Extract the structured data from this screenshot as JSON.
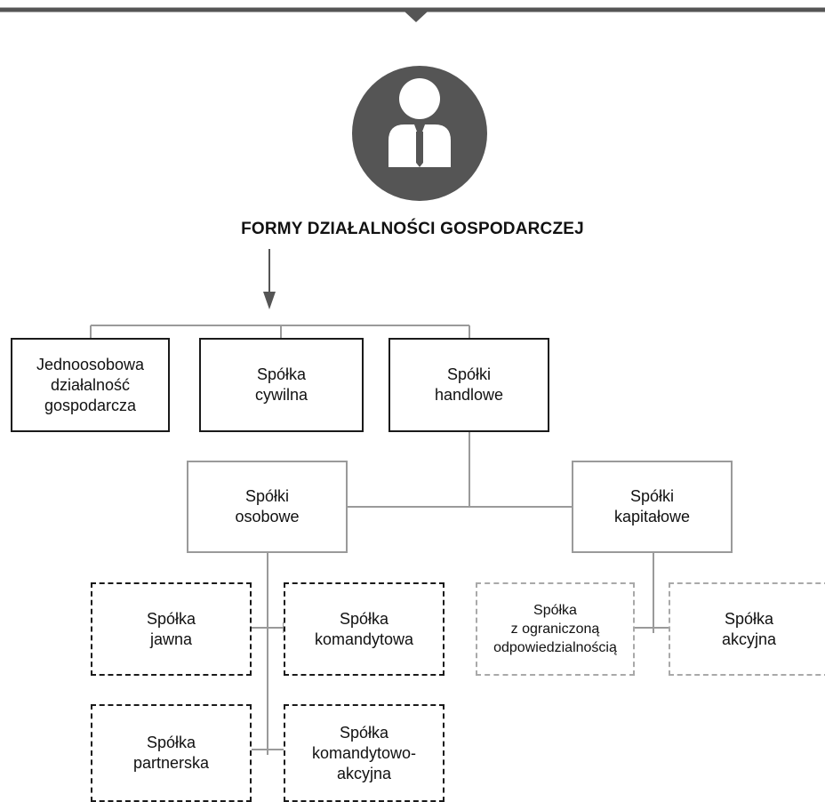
{
  "title": "FORMY DZIAŁALNOŚCI GOSPODARCZEJ",
  "colors": {
    "dark": "#1a1a1a",
    "header_bar": "#555555",
    "icon_circle": "#555555",
    "connector": "#9a9a9a",
    "dashed_gray": "#a9a9a9"
  },
  "icons": {
    "person": "businessman-icon"
  },
  "level1": [
    {
      "label": "Jednoosobowa\ndziałalność\ngospodarcza"
    },
    {
      "label": "Spółka\ncywilna"
    },
    {
      "label": "Spółki\nhandlowe"
    }
  ],
  "level2": [
    {
      "label": "Spółki\nosobowe"
    },
    {
      "label": "Spółki\nkapitałowe"
    }
  ],
  "osobowe": [
    {
      "label": "Spółka\njawna"
    },
    {
      "label": "Spółka\nkomandytowa"
    },
    {
      "label": "Spółka\npartnerska"
    },
    {
      "label": "Spółka\nkomandytowo-\nakcyjna"
    }
  ],
  "kapitalowe": [
    {
      "label": "Spółka\nz ograniczoną\nodpowiedzialnością"
    },
    {
      "label": "Spółka\nakcyjna"
    }
  ]
}
